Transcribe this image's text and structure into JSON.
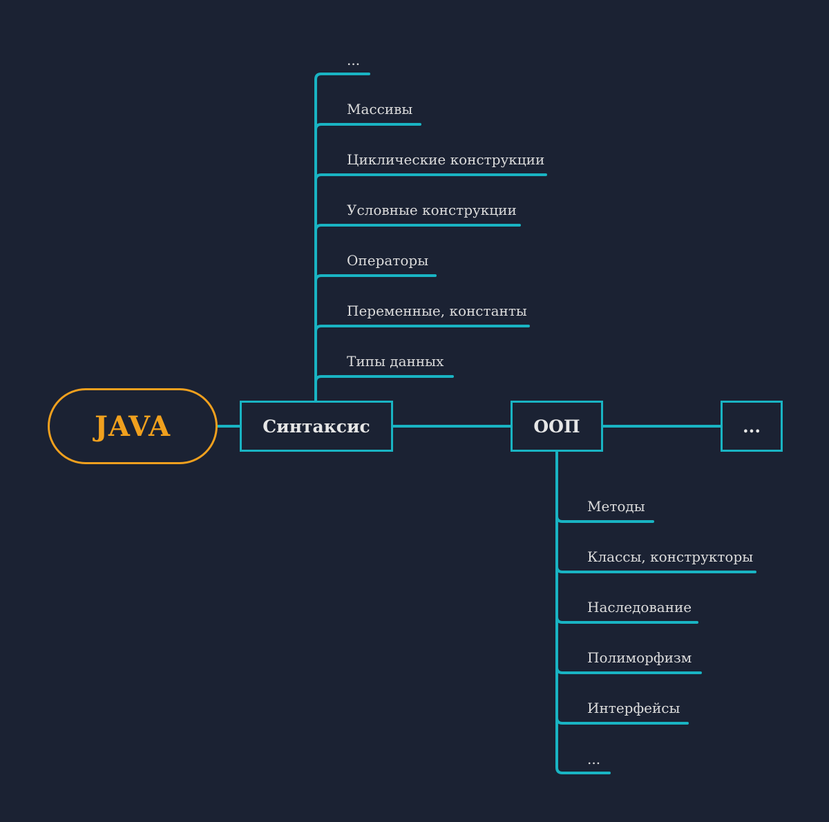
{
  "colors": {
    "background": "#1b2233",
    "root_accent": "#f0a01e",
    "branch_line": "#19b4c3",
    "text": "#dcdcdc"
  },
  "root": {
    "label": "JAVA"
  },
  "main_nodes": [
    {
      "label": "Синтаксис"
    },
    {
      "label": "ООП"
    },
    {
      "label": "..."
    }
  ],
  "syntax_children": [
    "...",
    "Массивы",
    "Циклические конструкции",
    "Условные конструкции",
    "Операторы",
    "Переменные, константы",
    "Типы данных"
  ],
  "oop_children": [
    "Методы",
    "Классы, конструкторы",
    "Наследование",
    "Полиморфизм",
    "Интерфейсы",
    "..."
  ]
}
